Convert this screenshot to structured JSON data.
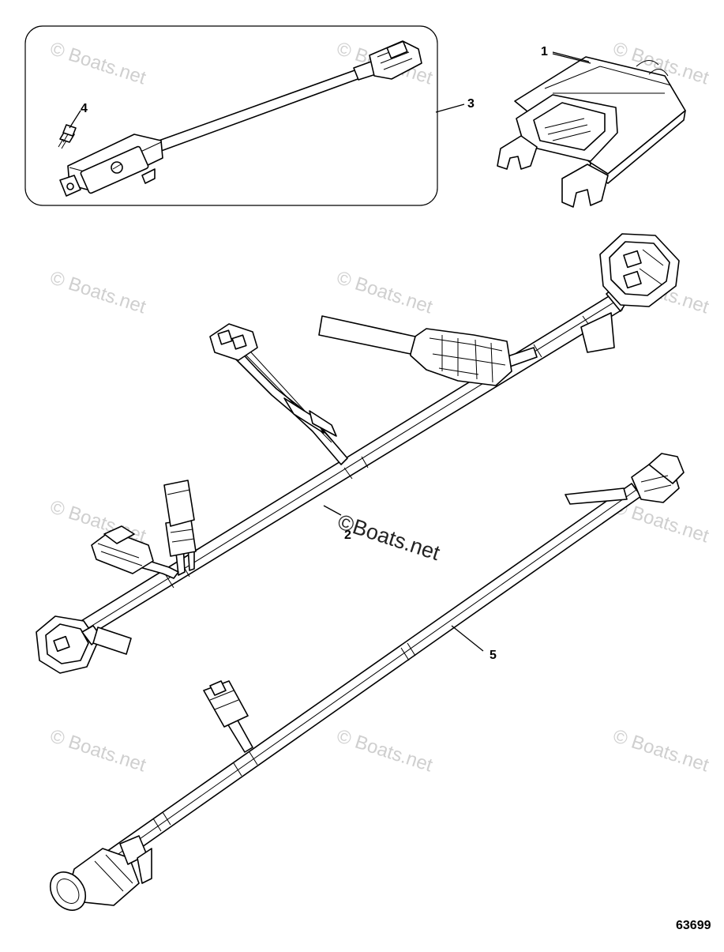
{
  "callouts": [
    {
      "id": "1",
      "label": "1"
    },
    {
      "id": "2",
      "label": "2"
    },
    {
      "id": "3",
      "label": "3"
    },
    {
      "id": "4",
      "label": "4"
    },
    {
      "id": "5",
      "label": "5"
    }
  ],
  "watermark": {
    "faint_text": "© Boats.net",
    "main_text": "©Boats.net"
  },
  "figure_id": "63699",
  "colors": {
    "line": "#000000",
    "watermark_faint": "#cfcfcf",
    "background": "#ffffff"
  }
}
